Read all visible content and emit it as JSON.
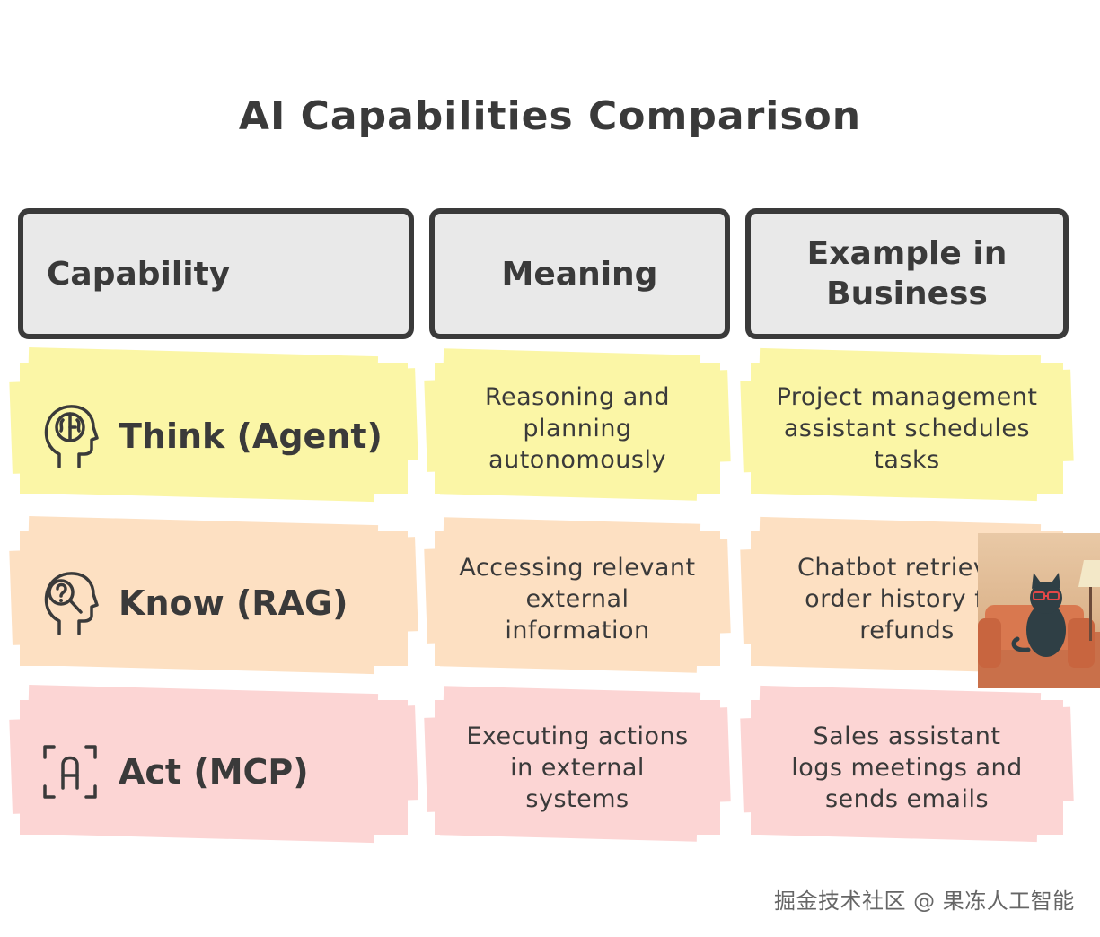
{
  "title": "AI Capabilities Comparison",
  "headers": {
    "capability": "Capability",
    "meaning": "Meaning",
    "example": [
      "Example in",
      "Business"
    ]
  },
  "rows": [
    {
      "capability": "Think (Agent)",
      "icon": "head-brain-icon",
      "meaning": [
        "Reasoning and",
        "planning",
        "autonomously"
      ],
      "example": [
        "Project management",
        "assistant schedules",
        "tasks"
      ]
    },
    {
      "capability": "Know (RAG)",
      "icon": "head-question-icon",
      "meaning": [
        "Accessing relevant",
        "external",
        "information"
      ],
      "example": [
        "Chatbot retrieves",
        "order history for",
        "refunds"
      ]
    },
    {
      "capability": "Act (MCP)",
      "icon": "focus-a-icon",
      "meaning": [
        "Executing actions",
        "in external",
        "systems"
      ],
      "example": [
        "Sales assistant",
        "logs meetings and",
        "sends emails"
      ]
    }
  ],
  "colors": {
    "row1": "#fbf6a6",
    "row2": "#fde0c2",
    "row3": "#fcd5d4",
    "header": "#e9e9e9",
    "ink": "#3a3a3a"
  },
  "watermark": "掘金技术社区 @ 果冻人工智能"
}
